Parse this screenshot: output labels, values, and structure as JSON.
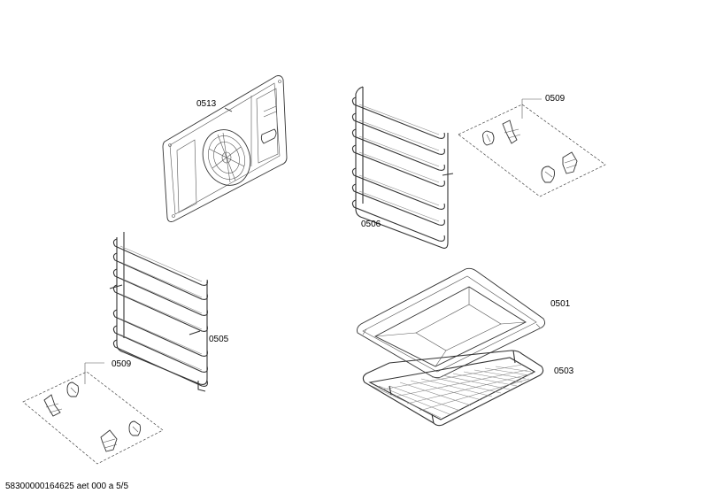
{
  "parts": [
    {
      "id": "fan-panel",
      "label": "0513"
    },
    {
      "id": "right-rack",
      "label": "0506"
    },
    {
      "id": "clips-right",
      "label": "0509"
    },
    {
      "id": "left-rack",
      "label": "0505"
    },
    {
      "id": "clips-left",
      "label": "0509"
    },
    {
      "id": "tray",
      "label": "0501"
    },
    {
      "id": "grid-rack",
      "label": "0503"
    }
  ],
  "footer": "58300000164625 aet 000 a 5/5"
}
